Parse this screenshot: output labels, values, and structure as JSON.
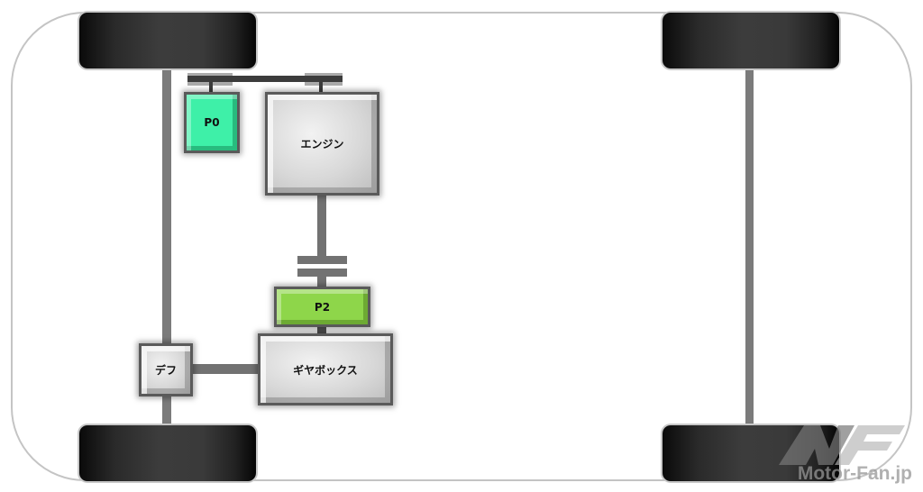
{
  "diagram": {
    "title": "P0 / P2 hybrid powertrain layout",
    "components": {
      "p0": {
        "label": "P0",
        "color": "#3ef0a8"
      },
      "engine": {
        "label": "エンジン",
        "color": "#d4d4d4"
      },
      "p2": {
        "label": "P2",
        "color": "#8ed64a"
      },
      "gearbox": {
        "label": "ギヤボックス",
        "color": "#d4d4d4"
      },
      "differential": {
        "label": "デフ",
        "color": "#d4d4d4"
      }
    },
    "connections": [
      {
        "from": "engine",
        "to": "p0",
        "type": "belt"
      },
      {
        "from": "engine",
        "to": "clutch",
        "type": "shaft"
      },
      {
        "from": "clutch",
        "to": "p2",
        "type": "shaft"
      },
      {
        "from": "p2",
        "to": "gearbox",
        "type": "shaft"
      },
      {
        "from": "gearbox",
        "to": "differential",
        "type": "shaft"
      },
      {
        "from": "differential",
        "to": "front-axle",
        "type": "shaft"
      }
    ],
    "wheels": [
      "front-left",
      "front-right",
      "rear-left",
      "rear-right"
    ]
  },
  "watermark": {
    "text": "Motor-Fan.jp"
  }
}
